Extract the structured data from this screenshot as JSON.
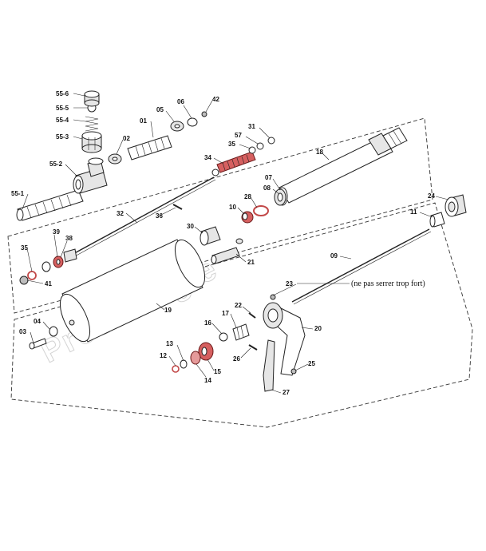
{
  "parts": [
    "55-6",
    "55-5",
    "55-4",
    "55-3",
    "55-2",
    "55-1",
    "02",
    "05",
    "01",
    "06",
    "42",
    "34",
    "35",
    "57",
    "31",
    "18",
    "07",
    "08",
    "24",
    "11",
    "09",
    "28",
    "10",
    "30",
    "32",
    "36",
    "21",
    "39",
    "38",
    "35",
    "41",
    "19",
    "04",
    "03",
    "23",
    "22",
    "17",
    "16",
    "20",
    "13",
    "12",
    "15",
    "14",
    "26",
    "25",
    "27"
  ],
  "note": "(ne pas serrer trop fort)",
  "watermark": "Provinergie"
}
